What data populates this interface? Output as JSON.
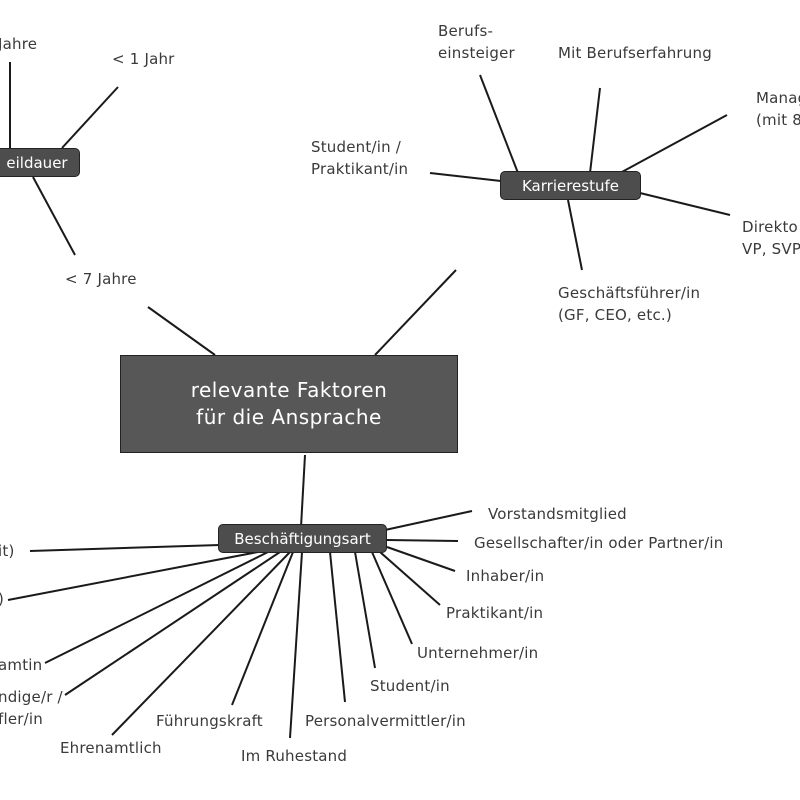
{
  "center": {
    "line1": "relevante Faktoren",
    "line2": "für die Ansprache"
  },
  "branches": {
    "verweildauer": {
      "label": "eildauer",
      "items": {
        "jahre_top": "Jahre",
        "lt1": "< 1 Jahr",
        "lt7": "< 7 Jahre"
      }
    },
    "karrierestufe": {
      "label": "Karrierestufe",
      "items": {
        "einsteiger": "Berufs-\neinsteiger",
        "erfahrung": "Mit Berufserfahrung",
        "manager": "Manag\n(mit 8",
        "student": "Student/in /\nPraktikant/in",
        "direktor": "Direkto\nVP, SVP",
        "gf": "Geschäftsführer/in\n(GF, CEO, etc.)"
      }
    },
    "beschaeftigungsart": {
      "label": "Beschäftigungsart",
      "items": {
        "it": "it)",
        "paren": ")",
        "amtin": "amtin",
        "selbst": "ndige/r /\nfler/in",
        "ehrenamt": "Ehrenamtlich",
        "fuehrung": "Führungskraft",
        "ruhestand": "Im Ruhestand",
        "personal": "Personalvermittler/in",
        "student": "Student/in",
        "unternehmer": "Unternehmer/in",
        "praktikant": "Praktikant/in",
        "inhaber": "Inhaber/in",
        "gesellschafter": "Gesellschafter/in oder Partner/in",
        "vorstand": "Vorstandsmitglied"
      }
    }
  }
}
